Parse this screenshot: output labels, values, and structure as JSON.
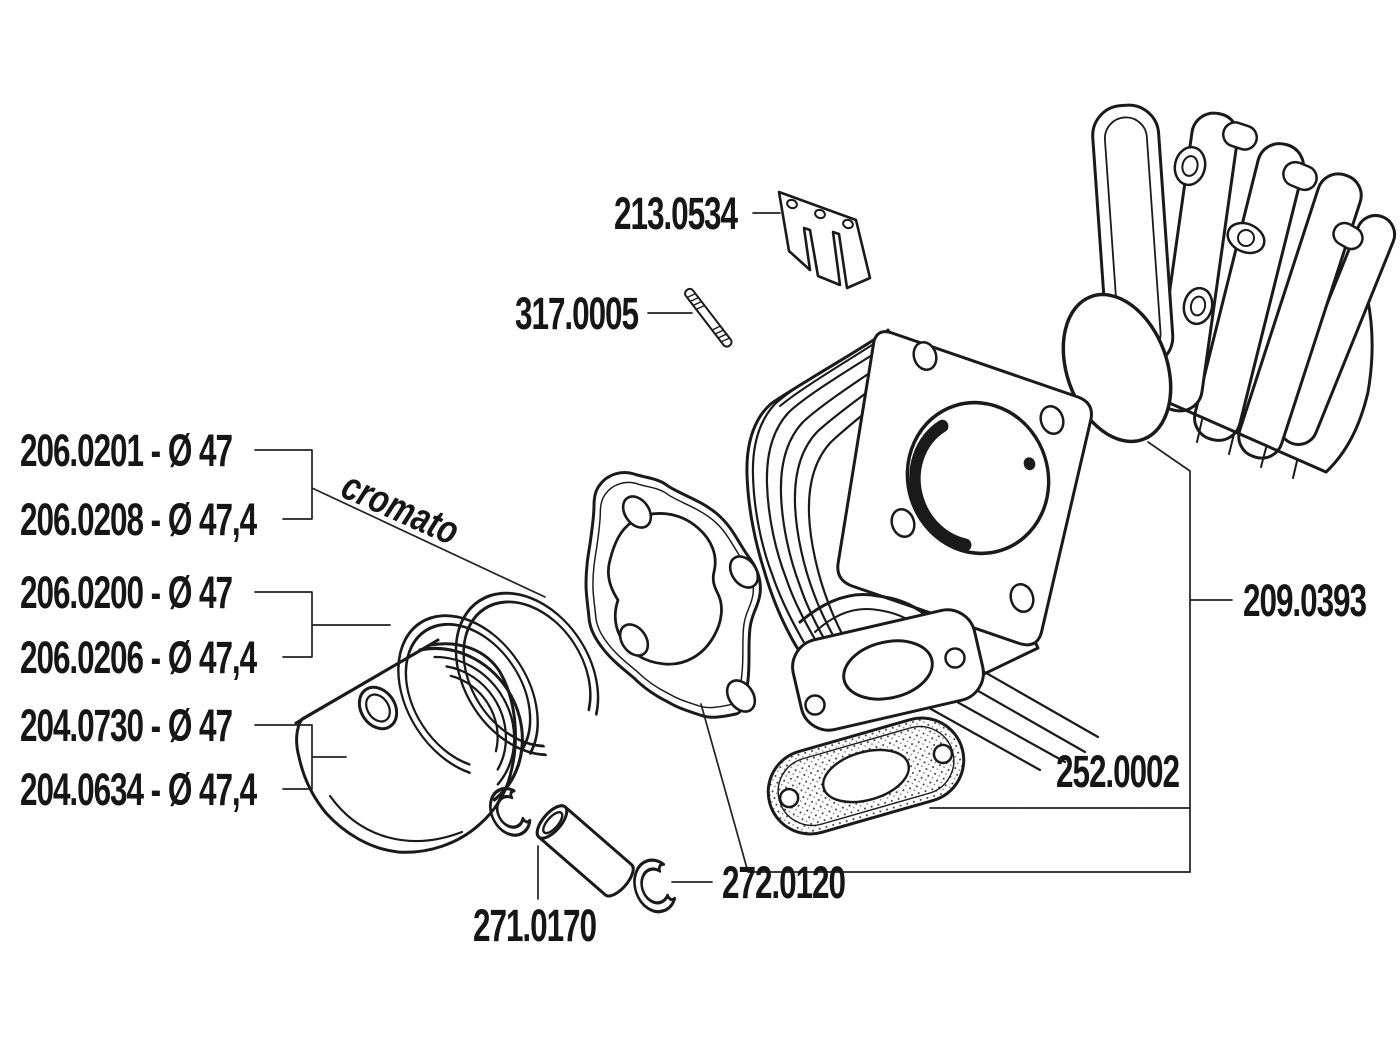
{
  "diagram": {
    "kind": "exploded-parts-diagram",
    "subject": "cylinder kit",
    "background_color": "#ffffff",
    "line_color": "#1a1a1a",
    "text_color": "#161616"
  },
  "parts": {
    "reed_petals": {
      "label": "213.0534"
    },
    "stud": {
      "label": "317.0005"
    },
    "ring_chrome_47": {
      "label": "206.0201 - Ø 47"
    },
    "ring_chrome_474": {
      "label": "206.0208 - Ø 47,4"
    },
    "chrome_note": {
      "label": "cromato"
    },
    "ring_47": {
      "label": "206.0200 - Ø 47"
    },
    "ring_474": {
      "label": "206.0206 - Ø 47,4"
    },
    "piston_47": {
      "label": "204.0730 - Ø 47"
    },
    "piston_474": {
      "label": "204.0634 - Ø 47,4"
    },
    "cylinder_head": {
      "label": "209.0393"
    },
    "gasket_set": {
      "label": "252.0002"
    },
    "circlips": {
      "label": "272.0120"
    },
    "piston_pin": {
      "label": "271.0170"
    }
  }
}
